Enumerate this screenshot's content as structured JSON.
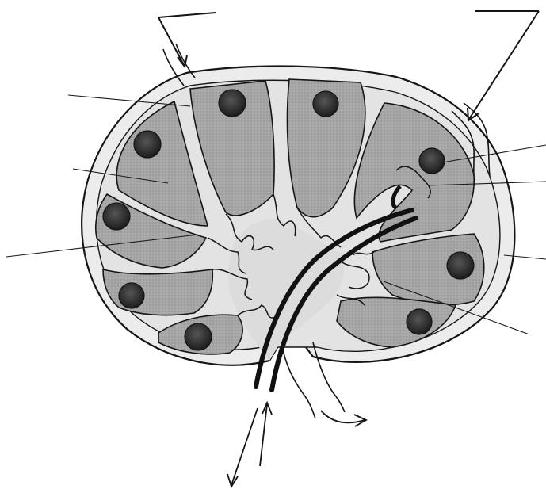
{
  "diagram": {
    "subject": "lymph node",
    "colors": {
      "paper": "#ffffff",
      "ink": "#151515",
      "sinus": "#ececec",
      "lobule": "#a9a9a9",
      "lobule_light": "#c2c2c2",
      "nodule": "#3a3a3a",
      "nodule_core": "#1c1c1c",
      "medulla": "#dcdcdc"
    },
    "label_lines": [
      "upper-left",
      "left",
      "lower-left",
      "upper-right",
      "middle-right",
      "right",
      "lower-right"
    ],
    "labels_printed": false
  }
}
